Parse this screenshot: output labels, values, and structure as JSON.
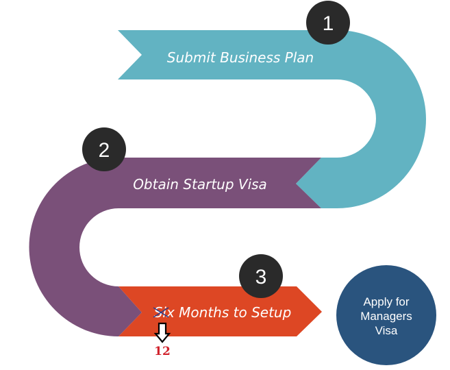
{
  "diagram": {
    "steps": [
      {
        "number": "1",
        "label": "Submit Business Plan",
        "color": "#62b3c2"
      },
      {
        "number": "2",
        "label": "Obtain Startup Visa",
        "color": "#7a5079"
      },
      {
        "number": "3",
        "label": "Six Months to Setup",
        "color": "#dd4724"
      }
    ],
    "final": {
      "line1": "Apply for",
      "line2": "Managers",
      "line3": "Visa",
      "color": "#2a547e"
    },
    "annotation": {
      "value": "12",
      "arrow_icon": "down-arrow-icon",
      "color": "#d0202a"
    },
    "badge_color": "#2a2a2a"
  }
}
